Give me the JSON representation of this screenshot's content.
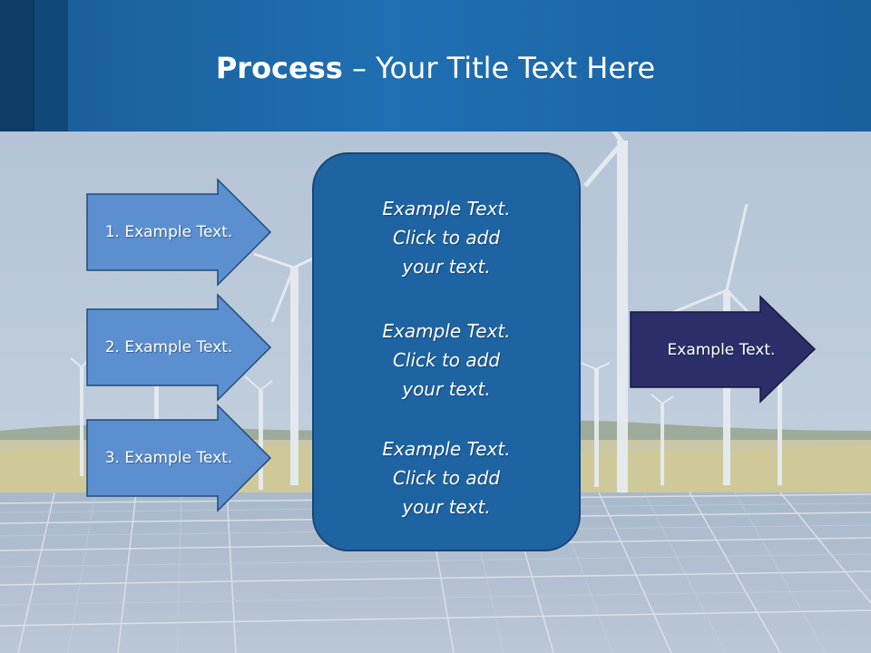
{
  "title": {
    "bold": "Process",
    "rest": " – Your Title Text Here"
  },
  "left_steps": [
    {
      "label": "1. Example Text."
    },
    {
      "label": "2. Example Text."
    },
    {
      "label": "3. Example Text."
    }
  ],
  "center_blocks": [
    {
      "line1": "Example Text.",
      "line2": "Click  to add",
      "line3": "your text."
    },
    {
      "line1": "Example Text.",
      "line2": "Click  to add",
      "line3": "your text."
    },
    {
      "line1": "Example Text.",
      "line2": "Click  to add",
      "line3": "your text."
    }
  ],
  "right_arrow": {
    "label": "Example Text."
  },
  "colors": {
    "header": "#1f6fb2",
    "left_arrow_fill": "#5b8fd0",
    "center_box_fill": "#1e64a3",
    "right_arrow_fill": "#2c2e6a"
  }
}
